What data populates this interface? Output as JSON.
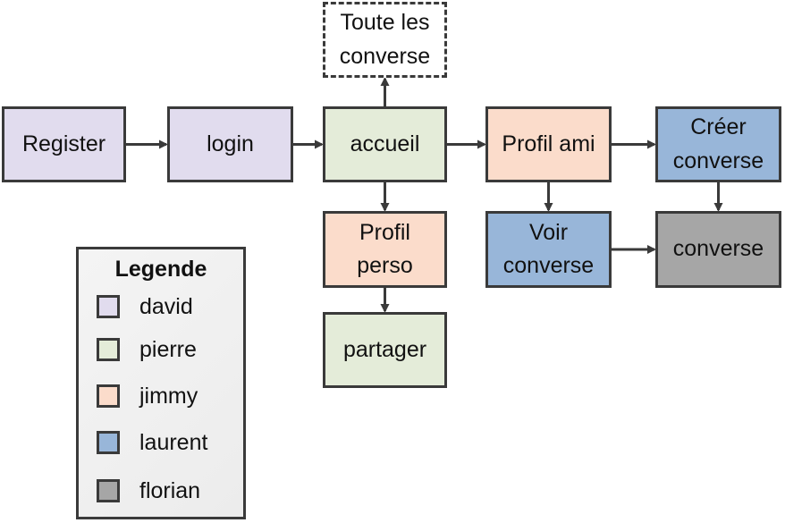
{
  "nodes": {
    "register": {
      "label": "Register",
      "color": "#e1dcee",
      "owner": "david"
    },
    "login": {
      "label": "login",
      "color": "#e1dcee",
      "owner": "david"
    },
    "accueil": {
      "label": "accueil",
      "color": "#e4ecd9",
      "owner": "pierre"
    },
    "toutes_converse": {
      "label": "Toute les\nconverse",
      "color": "#ffffff",
      "owner": ""
    },
    "profil_perso": {
      "label": "Profil\nperso",
      "color": "#fbdccb",
      "owner": "jimmy"
    },
    "partager": {
      "label": "partager",
      "color": "#e4ecd9",
      "owner": "pierre"
    },
    "profil_ami": {
      "label": "Profil ami",
      "color": "#fbdccb",
      "owner": "jimmy"
    },
    "creer_converse": {
      "label": "Créer\nconverse",
      "color": "#98b6d9",
      "owner": "laurent"
    },
    "voir_converse": {
      "label": "Voir\nconverse",
      "color": "#98b6d9",
      "owner": "laurent"
    },
    "converse": {
      "label": "converse",
      "color": "#a6a6a6",
      "owner": "florian"
    }
  },
  "edges": [
    {
      "from": "register",
      "to": "login"
    },
    {
      "from": "login",
      "to": "accueil"
    },
    {
      "from": "accueil",
      "to": "toutes_converse"
    },
    {
      "from": "accueil",
      "to": "profil_perso"
    },
    {
      "from": "profil_perso",
      "to": "partager"
    },
    {
      "from": "accueil",
      "to": "profil_ami"
    },
    {
      "from": "profil_ami",
      "to": "creer_converse"
    },
    {
      "from": "profil_ami",
      "to": "voir_converse"
    },
    {
      "from": "creer_converse",
      "to": "converse"
    },
    {
      "from": "voir_converse",
      "to": "converse"
    }
  ],
  "legend": {
    "title": "Legende",
    "items": [
      {
        "label": "david",
        "color": "#e1dcee"
      },
      {
        "label": "pierre",
        "color": "#e4ecd9"
      },
      {
        "label": "jimmy",
        "color": "#fbdccb"
      },
      {
        "label": "laurent",
        "color": "#98b6d9"
      },
      {
        "label": "florian",
        "color": "#a6a6a6"
      }
    ]
  },
  "colors": {
    "border": "#3a3a3a",
    "arrow": "#3a3a3a"
  }
}
